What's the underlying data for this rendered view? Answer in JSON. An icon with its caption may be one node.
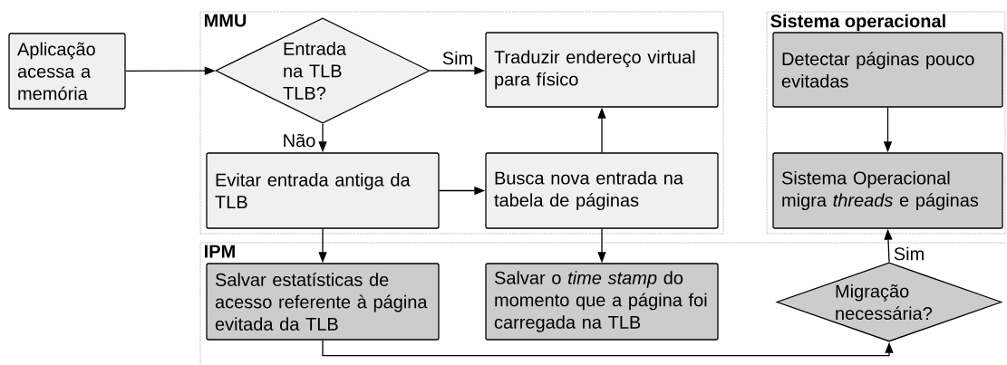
{
  "diagram": {
    "nodes": [
      {
        "text": [
          "Aplicação acessa a memória"
        ]
      },
      {
        "text": [
          "MMU"
        ]
      },
      {
        "text": [
          "Entrada na TLB TLB?"
        ],
        "in": 1
      },
      {
        "text": [
          "Traduzir endereço virtual para físico"
        ],
        "in": 1
      },
      {
        "text": [
          "Evitar entrada antiga da TLB"
        ],
        "in": 1
      },
      {
        "text": [
          "Busca nova entrada na tabela de páginas"
        ],
        "in": 1
      },
      {
        "text": [
          "Sistema operacional"
        ]
      },
      {
        "text": [
          "Detectar páginas pouco evitadas"
        ],
        "in": 6
      },
      {
        "text": [
          "Sistema Operacional migra *threads* e páginas"
        ],
        "in": 6
      },
      {
        "text": [
          "IPM"
        ]
      },
      {
        "text": [
          "Salvar estatísticas de acesso referente à página evitada da TLB"
        ],
        "in": 9
      },
      {
        "text": [
          "Salvar o *time stamp* do momento que a página foi carregada na TLB"
        ],
        "in": 9
      },
      {
        "text": [
          "Migração necessária?"
        ],
        "in": 9
      }
    ],
    "edges": [
      {
        "from": 0,
        "to": 2,
        "arrow": "to"
      },
      {
        "from": 2,
        "to": 3,
        "arrow": "to",
        "label": "Sim"
      },
      {
        "from": 2,
        "to": 4,
        "arrow": "to",
        "label": "Não"
      },
      {
        "from": 4,
        "to": 5,
        "arrow": "to"
      },
      {
        "from": 5,
        "to": 3,
        "arrow": "to"
      },
      {
        "from": 7,
        "to": 8,
        "arrow": "to"
      },
      {
        "from": 4,
        "to": 10,
        "arrow": "to"
      },
      {
        "from": 5,
        "to": 11,
        "arrow": "to"
      },
      {
        "from": 10,
        "to": 12,
        "arrow": "to"
      },
      {
        "from": 12,
        "to": 8,
        "arrow": "to",
        "label": "Sim"
      }
    ]
  }
}
